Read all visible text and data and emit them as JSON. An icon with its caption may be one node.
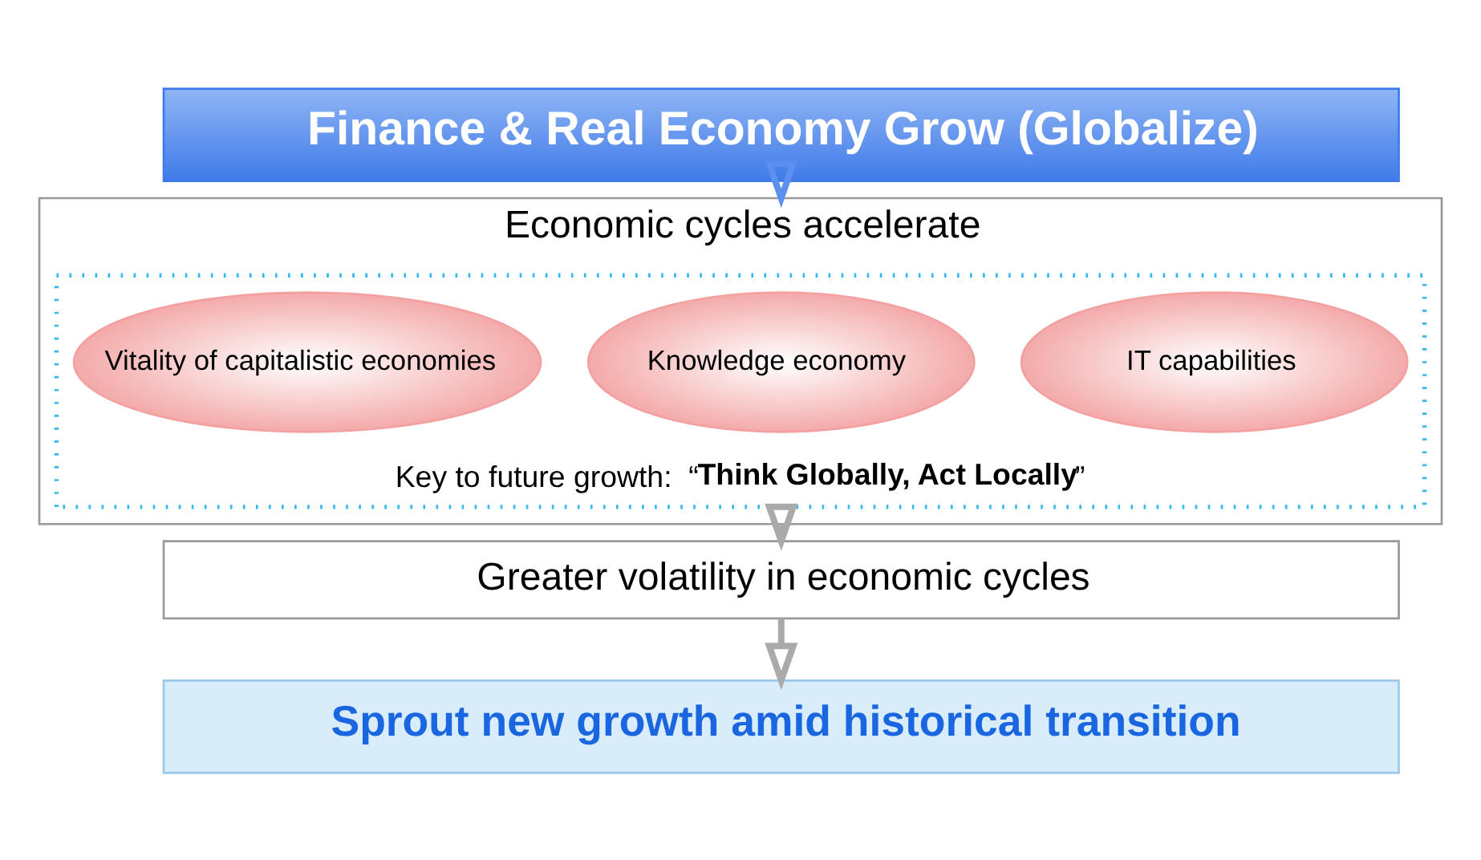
{
  "diagram": {
    "nodes": [
      {
        "text": [
          "Finance & Real Economy Grow (Globalize)"
        ]
      },
      {
        "text": [
          "Economic cycles accelerate"
        ]
      },
      {
        "text": [
          "Key to future growth:  “**Think Globally, Act Locally**”"
        ],
        "in": 1
      },
      {
        "text": [
          "Vitality of capitalistic economies"
        ],
        "in": 2
      },
      {
        "text": [
          "Knowledge economy"
        ],
        "in": 2
      },
      {
        "text": [
          "IT capabilities"
        ],
        "in": 2
      },
      {
        "text": [
          "Greater volatility in economic cycles"
        ]
      },
      {
        "text": [
          "Sprout new growth amid historical transition"
        ]
      }
    ],
    "edges": [
      {
        "from": 0,
        "to": 1,
        "arrow": "to",
        "color": "#5b8ff0"
      },
      {
        "from": 1,
        "to": 6,
        "arrow": "to"
      },
      {
        "from": 6,
        "to": 7,
        "arrow": "to"
      }
    ]
  }
}
